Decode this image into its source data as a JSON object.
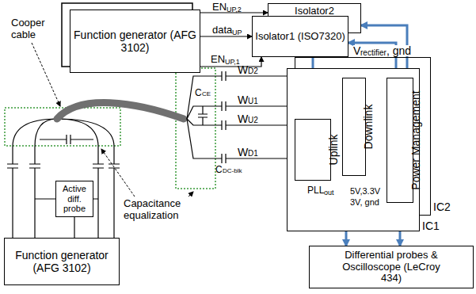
{
  "diagram": {
    "nodes": [
      {
        "text": [
          "Function generator (AFG 3102)"
        ]
      },
      {
        "text": [
          "Isolator2"
        ]
      },
      {
        "text": [
          "Isolator1 (ISO7320)"
        ]
      },
      {
        "text": [
          "IC2"
        ]
      },
      {
        "text": [
          "IC1"
        ]
      },
      {
        "text": [
          "Uplink"
        ],
        "in": 4
      },
      {
        "text": [
          "Downlink"
        ],
        "in": 4
      },
      {
        "text": [
          "Power Management"
        ],
        "in": 4
      },
      {
        "text": [
          "Differential probes & Oscilloscope (LeCroy 434)"
        ]
      },
      {
        "text": [
          "Function generator (AFG 3102)"
        ]
      },
      {
        "text": [
          "Active diff. probe"
        ]
      }
    ],
    "edges": [
      {
        "from": 0,
        "to": 1,
        "arrow": "to"
      },
      {
        "from": 0,
        "to": 2,
        "arrow": "to"
      },
      {
        "from": 0,
        "to": 2,
        "arrow": "to"
      },
      {
        "from": 2,
        "to": 5,
        "arrow": "to"
      },
      {
        "from": 7,
        "to": 2,
        "arrow": "to"
      },
      {
        "from": 7,
        "to": 1,
        "arrow": "to"
      },
      {
        "from": 6,
        "to": 5,
        "arrow": "to"
      },
      {
        "from": 7,
        "to": 6,
        "arrow": "to"
      },
      {
        "from": 6,
        "to": 8,
        "arrow": "to"
      },
      {
        "from": 7,
        "to": 8,
        "arrow": "to"
      },
      {
        "from": 10,
        "to": 9,
        "arrow": "none"
      }
    ],
    "labels": [
      "Cooper cable",
      "Capacitance equalization",
      "EN",
      "UP,2",
      "data",
      "UP",
      "EN",
      "UP,1",
      "V",
      "rectifier",
      ", gnd",
      "W",
      "D2",
      "W",
      "U1",
      "W",
      "U2",
      "W",
      "D1",
      "C",
      "CE",
      "C",
      "DC-blk",
      "PLL",
      "out",
      "5V,3.3V",
      "3V, gnd"
    ]
  }
}
